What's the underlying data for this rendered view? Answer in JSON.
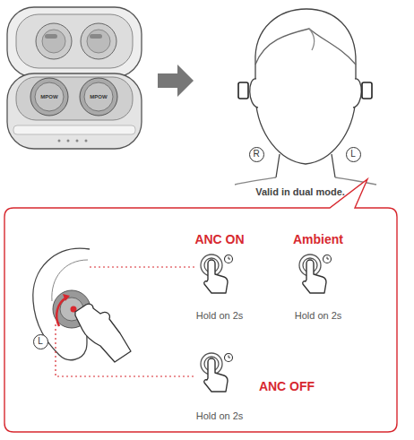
{
  "diagram": {
    "nodes": [
      {
        "text": [
          "R"
        ]
      },
      {
        "text": [
          "L"
        ]
      },
      {
        "text": [
          "L"
        ]
      }
    ],
    "labels": [
      "MPOW",
      "MPOW",
      "Valid in dual mode.",
      "ANC ON",
      "Ambient",
      "Hold on 2s",
      "Hold on 2s",
      "ANC OFF",
      "Hold on 2s"
    ]
  }
}
